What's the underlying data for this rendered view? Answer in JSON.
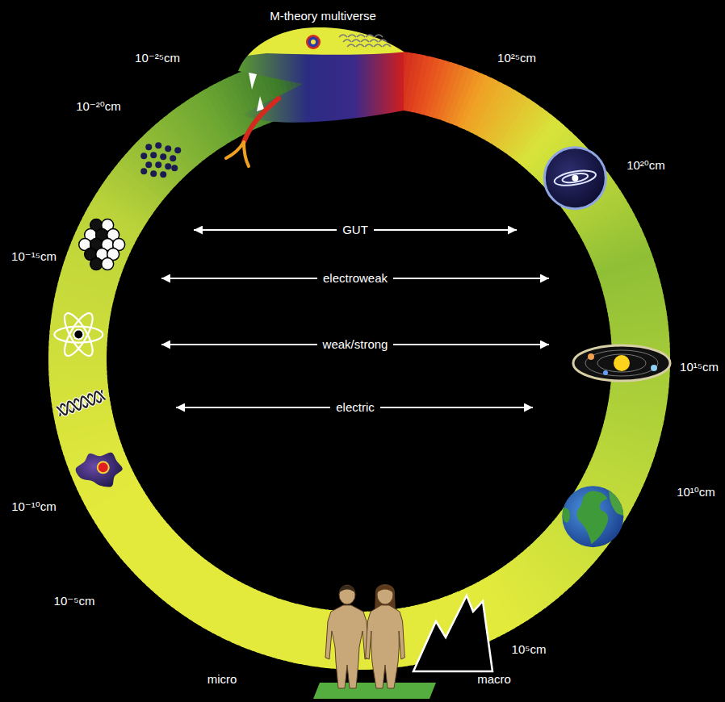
{
  "diagram": {
    "title": "M-theory multiverse",
    "labels": [
      "10⁻²⁵cm",
      "10²⁵cm",
      "10⁻²⁰cm",
      "10²⁰cm",
      "GUT",
      "10⁻¹⁵cm",
      "electroweak",
      "weak/strong",
      "10¹⁵cm",
      "electric",
      "10¹⁰cm",
      "10⁻¹⁰cm",
      "10⁻⁵cm",
      "10⁵cm",
      "micro",
      "macro"
    ]
  }
}
